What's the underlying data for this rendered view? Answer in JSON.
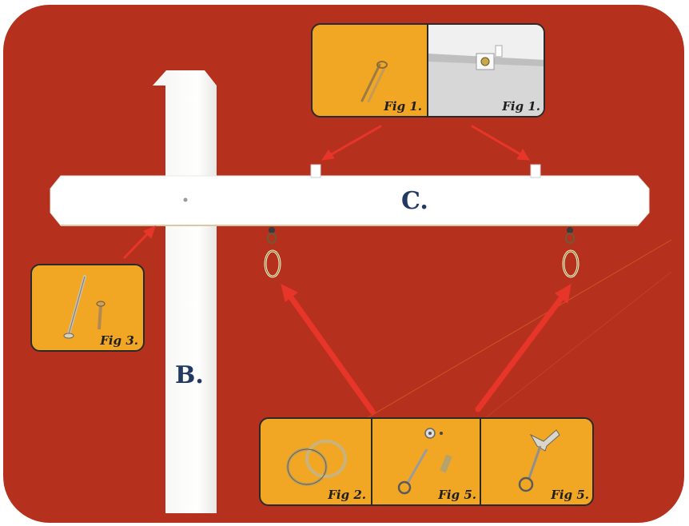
{
  "labels": {
    "post": "B.",
    "arm": "C."
  },
  "figures": {
    "top": [
      "Fig 1.",
      "Fig 1."
    ],
    "left": [
      "Fig 3."
    ],
    "bottom": [
      "Fig 2.",
      "Fig 5.",
      "Fig 5."
    ]
  },
  "colors": {
    "border": "#b5311e",
    "background": "#f3b02a",
    "arrow": "#e8352a",
    "wood": "#ffffff"
  },
  "icons": [
    "cotter-pin-icon",
    "bracket-icon",
    "bolt-screw-icon",
    "split-rings-icon",
    "eye-hook-icon",
    "toggle-bolt-icon"
  ]
}
